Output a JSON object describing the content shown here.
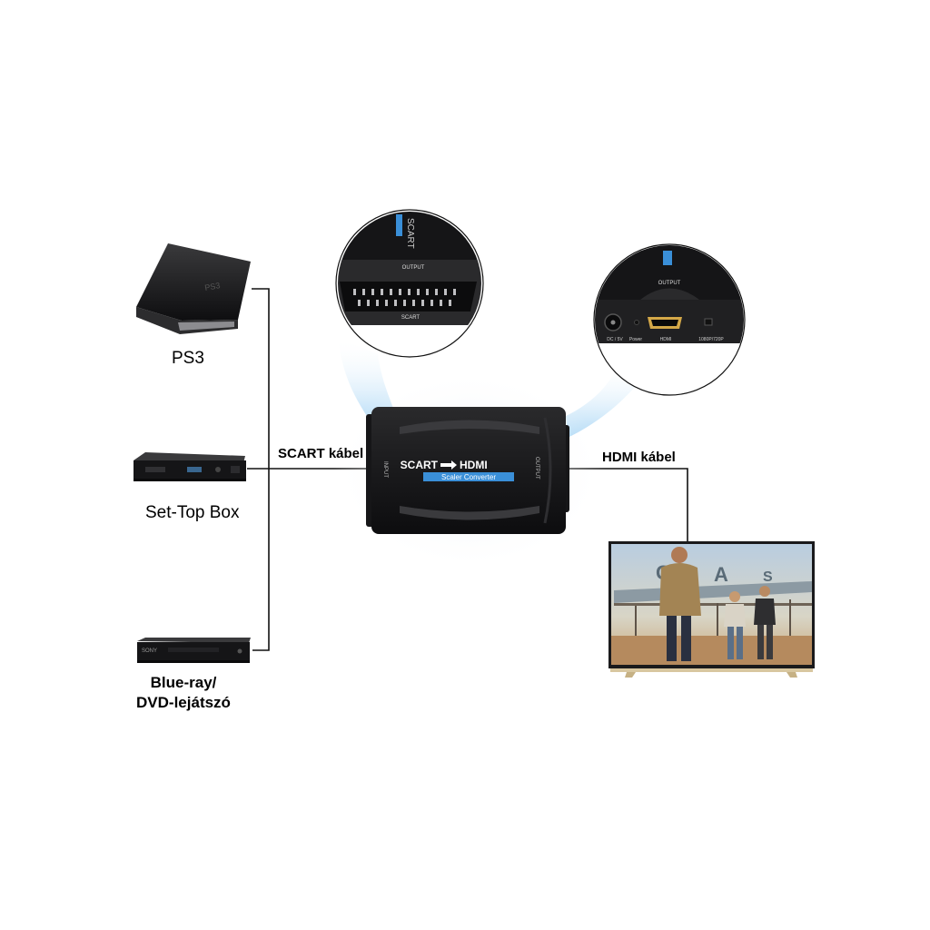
{
  "devices": {
    "ps3": {
      "label": "PS3",
      "logo": "PS3"
    },
    "settop": {
      "label": "Set-Top Box"
    },
    "bluray": {
      "label_line1": "Blue-ray/",
      "label_line2": "DVD-lejátszó",
      "brand": "SONY"
    }
  },
  "cables": {
    "scart": "SCART kábel",
    "hdmi": "HDMI kábel"
  },
  "converter": {
    "title_left": "SCART",
    "title_right": "HDMI",
    "subtitle": "Scaler Converter",
    "input_label": "INPUT",
    "output_label": "OUTPUT"
  },
  "zoom_scart": {
    "side_label": "SCART",
    "output_label": "OUTPUT",
    "port_label": "SCART"
  },
  "zoom_hdmi": {
    "output_label": "OUTPUT",
    "dc_label": "DC / 5V",
    "power_label": "Power",
    "hdmi_label": "HDMI",
    "switch_label": "1080P/720P"
  },
  "tv": {
    "sign_letters": [
      "G",
      "A",
      "S"
    ]
  },
  "colors": {
    "line": "#111111",
    "device_dark": "#1c1c1e",
    "accent_blue": "#3a8fd8",
    "callout_blue": "#bfe0f6"
  }
}
